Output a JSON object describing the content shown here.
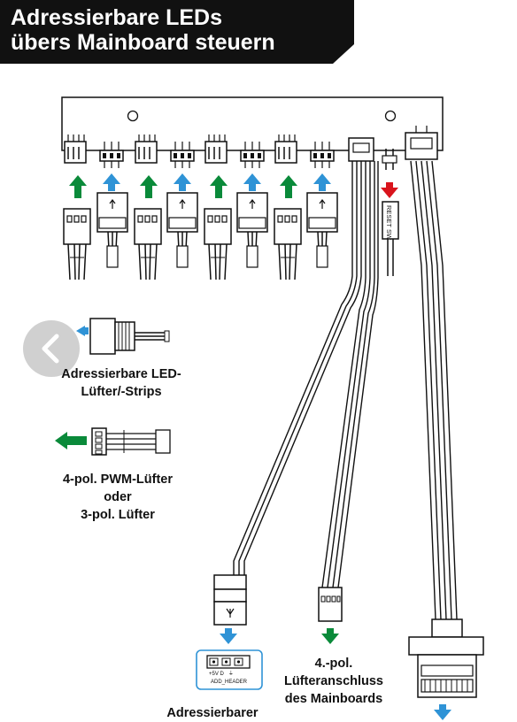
{
  "title": {
    "line1": "Adressierbare LEDs",
    "line2": "übers Mainboard steuern"
  },
  "board_labels": {
    "reset_sw": "RESET SW"
  },
  "legend": {
    "addressable_line1": "Adressierbare LED-",
    "addressable_line2": "Lüfter/-Strips",
    "fan_line1": "4-pol. PWM-Lüfter",
    "fan_line2": "oder",
    "fan_line3": "3-pol. Lüfter"
  },
  "bottom": {
    "header_pins": "+5V D   ⏚",
    "header_name": "ADD_HEADER",
    "mainboard_label": "Adressierbarer",
    "fan_conn_line1": "4.-pol.",
    "fan_conn_line2": "Lüfteranschluss",
    "fan_conn_line3": "des Mainboards"
  },
  "colors": {
    "green": "#0a8a3a",
    "blue": "#2f93d6",
    "red": "#d9141c",
    "black": "#111111"
  },
  "icons": [
    "back-chevron-icon",
    "green-arrow-icon",
    "blue-arrow-icon",
    "red-arrow-icon"
  ]
}
